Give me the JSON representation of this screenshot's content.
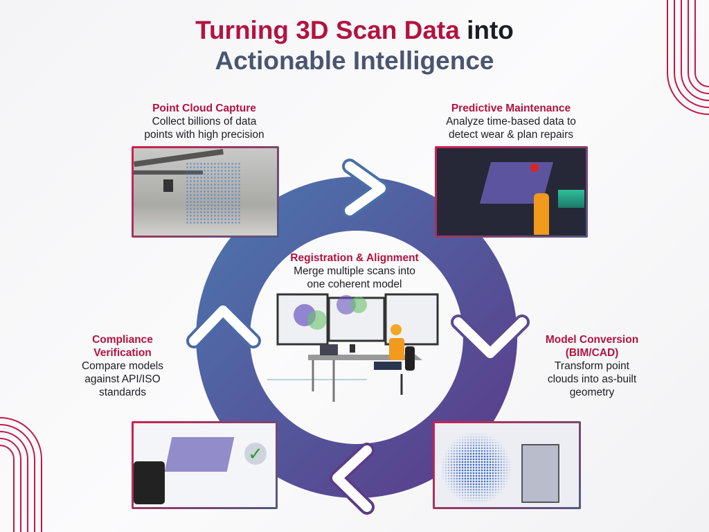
{
  "title": {
    "line1_accent": "Turning 3D Scan Data",
    "line1_rest": " into",
    "line2": "Actionable Intelligence"
  },
  "steps": [
    {
      "heading": "Point Cloud Capture",
      "description": [
        "Collect billions of data",
        "points with high precision"
      ]
    },
    {
      "heading": "Predictive Maintenance",
      "description": [
        "Analyze time-based data to",
        "detect wear & plan repairs"
      ]
    },
    {
      "heading": "Model Conversion",
      "heading2": "(BIM/CAD)",
      "description": [
        "Transform point",
        "clouds into as-built",
        "geometry"
      ]
    },
    {
      "heading": "Compliance",
      "heading2": "Verification",
      "description": [
        "Compare models",
        "against API/ISO",
        "standards"
      ]
    }
  ],
  "center": {
    "heading": "Registration & Alignment",
    "description": [
      "Merge multiple scans into",
      "one coherent model"
    ]
  },
  "colors": {
    "accent": "#b3133f",
    "slate": "#4a5670",
    "ring_start": "#4c74ad",
    "ring_end": "#5b3a88"
  }
}
